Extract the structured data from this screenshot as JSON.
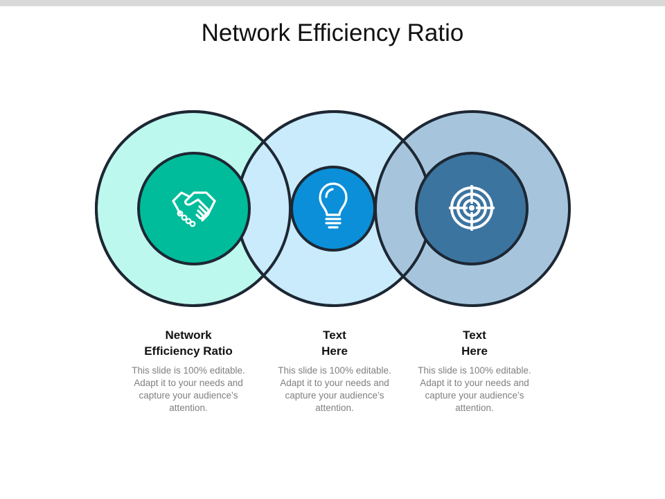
{
  "title": "Network Efficiency Ratio",
  "colors": {
    "outline": "#1d2733",
    "ring1_outer": "#bdf8ee",
    "ring1_inner": "#00bc9a",
    "ring2_outer": "#c9ebfb",
    "ring2_inner": "#0b8fd9",
    "ring3_outer": "#a6c5dd",
    "ring3_inner": "#3c74a0",
    "icon": "#ffffff"
  },
  "items": [
    {
      "heading": "Network\nEfficiency Ratio",
      "body": "This slide is 100% editable. Adapt it to your needs and capture your audience’s attention.",
      "icon": "handshake-icon"
    },
    {
      "heading": "Text\nHere",
      "body": "This slide is 100% editable. Adapt it to your needs and capture your audience’s attention.",
      "icon": "lightbulb-icon"
    },
    {
      "heading": "Text\nHere",
      "body": "This slide is 100% editable. Adapt it to your needs and capture your audience’s attention.",
      "icon": "target-icon"
    }
  ]
}
